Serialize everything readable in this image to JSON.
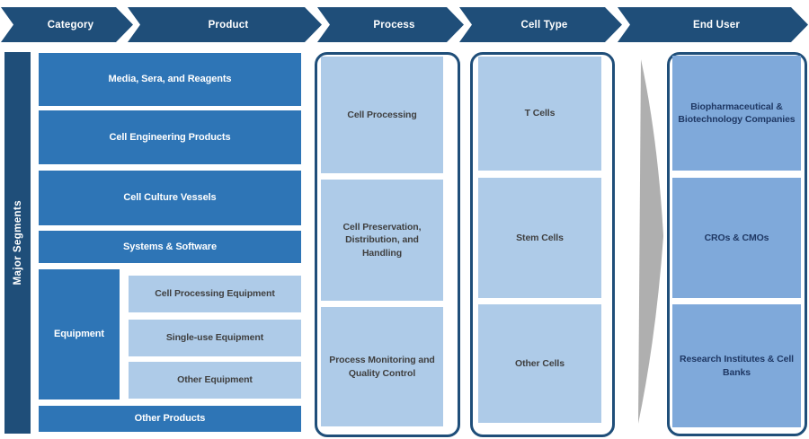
{
  "colors": {
    "navy": "#1F4E79",
    "medium_blue": "#2E75B6",
    "light_blue": "#AECBE8",
    "enduser_blue": "#7FA9DA",
    "arrow_gray": "#AFAFAF",
    "text_dark": "#3F3F3F",
    "text_navy": "#1F3864"
  },
  "header": {
    "steps": {
      "category": "Category",
      "product": "Product",
      "process": "Process",
      "cell_type": "Cell Type",
      "end_user": "End User"
    }
  },
  "sidebar": {
    "label": "Major Segments"
  },
  "product": {
    "media": "Media, Sera, and Reagents",
    "engineering": "Cell Engineering Products",
    "vessels": "Cell Culture Vessels",
    "systems": "Systems & Software",
    "equipment": "Equipment",
    "equipment_sub": {
      "processing": "Cell Processing Equipment",
      "single_use": "Single-use Equipment",
      "other": "Other Equipment"
    },
    "other": "Other Products"
  },
  "process": {
    "cell_processing": "Cell Processing",
    "preservation": "Cell Preservation, Distribution, and Handling",
    "monitoring": "Process Monitoring and Quality Control"
  },
  "cell_type": {
    "t_cells": "T Cells",
    "stem_cells": "Stem Cells",
    "other_cells": "Other Cells"
  },
  "end_user": {
    "biopharma": "Biopharmaceutical & Biotechnology Companies",
    "cro_cmo": "CROs & CMOs",
    "research": "Research  Institutes & Cell Banks"
  }
}
